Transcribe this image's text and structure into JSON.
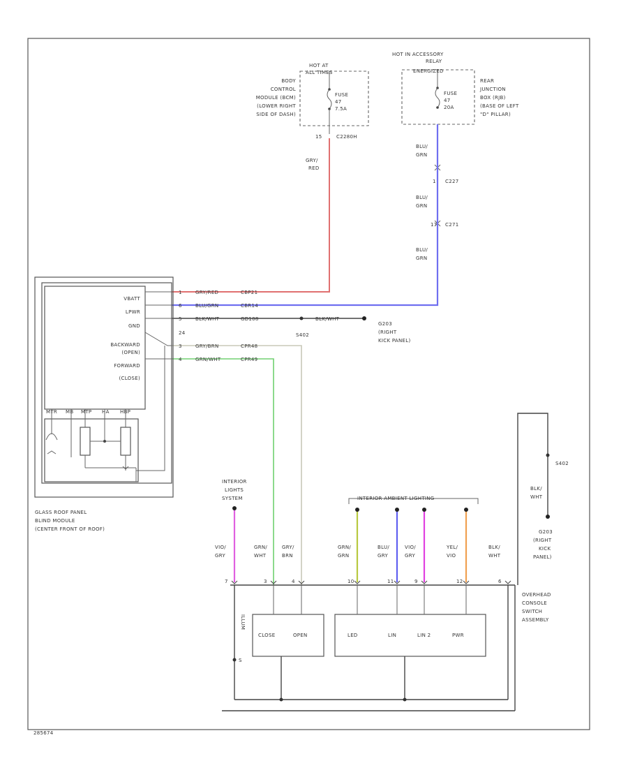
{
  "power": {
    "hot_at_all_times": {
      "title_line1": "HOT AT",
      "title_line2": "ALL TIMES",
      "fuse_line1": "FUSE",
      "fuse_line2": "47",
      "fuse_line3": "7.5A"
    },
    "bcm": {
      "line1": "BODY",
      "line2": "CONTROL",
      "line3": "MODULE (BCM)",
      "line4": "(LOWER RIGHT",
      "line5": "SIDE OF DASH)"
    },
    "bcm_pin": "15",
    "bcm_connector": "C2280H",
    "hot_in_accessory": {
      "title_line1": "HOT IN ACCESSORY",
      "title_line2": "RELAY",
      "title_line3": "ENERGIZED",
      "fuse_line1": "FUSE",
      "fuse_line2": "47",
      "fuse_line3": "20A"
    },
    "rjb": {
      "line1": "REAR",
      "line2": "JUNCTION",
      "line3": "BOX (RJB)",
      "line4": "(BASE OF LEFT",
      "line5": "\"D\" PILLAR)"
    }
  },
  "wires": {
    "gry_red": {
      "line1": "GRY/",
      "line2": "RED"
    },
    "blu_grn_1": {
      "line1": "BLU/",
      "line2": "GRN"
    },
    "blu_grn_2": {
      "line1": "BLU/",
      "line2": "GRN"
    },
    "blu_grn_3": {
      "line1": "BLU/",
      "line2": "GRN"
    },
    "c227_pin": "1",
    "c227": "C227",
    "c271_pin": "17",
    "c271": "C271"
  },
  "module": {
    "pins": [
      {
        "label": "VBATT",
        "pin": "1",
        "wire": "GRY/RED",
        "circuit": "CBP21"
      },
      {
        "label": "LPWR",
        "pin": "6",
        "wire": "BLU/GRN",
        "circuit": "CBR14"
      },
      {
        "label": "GND",
        "pin": "5",
        "wire": "BLK/WHT",
        "circuit": "GD108"
      },
      {
        "label": "BACKWARD",
        "pin": "3",
        "wire": "GRY/BRN",
        "circuit": "CPR48"
      },
      {
        "label": "(OPEN)",
        "pin": "",
        "wire": "",
        "circuit": ""
      },
      {
        "label": "FORWARD",
        "pin": "4",
        "wire": "GRN/WHT",
        "circuit": "CPR49"
      },
      {
        "label": "(CLOSE)",
        "pin": "",
        "wire": "",
        "circuit": ""
      }
    ],
    "pin_24": "24",
    "bottom_labels": [
      "MTR",
      "MB",
      "MTP",
      "HA",
      "HBP"
    ],
    "name_line1": "GLASS ROOF PANEL",
    "name_line2": "BLIND MODULE",
    "name_line3": "(CENTER FRONT OF ROOF)"
  },
  "ground_g203": {
    "s402": "S402",
    "splice_wire": "BLK/WHT",
    "name_line1": "G203",
    "name_line2": "(RIGHT",
    "name_line3": "KICK PANEL)"
  },
  "ground_g203_b": {
    "s402": "S402",
    "wire_line1": "BLK/",
    "wire_line2": "WHT",
    "name_line1": "G203",
    "name_line2": "(RIGHT",
    "name_line3": "KICK",
    "name_line4": "PANEL)"
  },
  "interior_lights": {
    "line1": "INTERIOR",
    "line2": "LIGHTS",
    "line3": "SYSTEM"
  },
  "ambient_header": "INTERIOR AMBIENT LIGHTING",
  "switch_wires": [
    {
      "line1": "VIO/",
      "line2": "GRY",
      "pin": "7",
      "color": "#e060e0"
    },
    {
      "line1": "GRN/",
      "line2": "WHT",
      "pin": "3",
      "color": "#60d050"
    },
    {
      "line1": "GRY/",
      "line2": "BRN",
      "pin": "4",
      "color": "#c8c8c8"
    },
    {
      "line1": "GRN/",
      "line2": "GRN",
      "pin": "10",
      "color": "#b8c840"
    },
    {
      "line1": "BLU/",
      "line2": "GRY",
      "pin": "11",
      "color": "#6060f0"
    },
    {
      "line1": "VIO/",
      "line2": "GRY",
      "pin": "9",
      "color": "#e040e0"
    },
    {
      "line1": "YEL/",
      "line2": "VIO",
      "pin": "12",
      "color": "#f0a050"
    },
    {
      "line1": "BLK/",
      "line2": "WHT",
      "pin": "6",
      "color": "#444444"
    }
  ],
  "switch_assembly": {
    "close": "CLOSE",
    "open": "OPEN",
    "led": "LED",
    "lin": "LIN",
    "lin2": "LIN 2",
    "pwr": "PWR",
    "name_line1": "OVERHEAD",
    "name_line2": "CONSOLE",
    "name_line3": "SWITCH",
    "name_line4": "ASSEMBLY",
    "illum": "ILLUM",
    "diode_label": "S"
  },
  "footer_code": "285674",
  "colors": {
    "gry_red": "#e07070",
    "blu_grn": "#6f6ff0",
    "gry_brn": "#c8c8b8",
    "grn_wht": "#70d070",
    "vio": "#e060e0",
    "blk": "#444444"
  }
}
